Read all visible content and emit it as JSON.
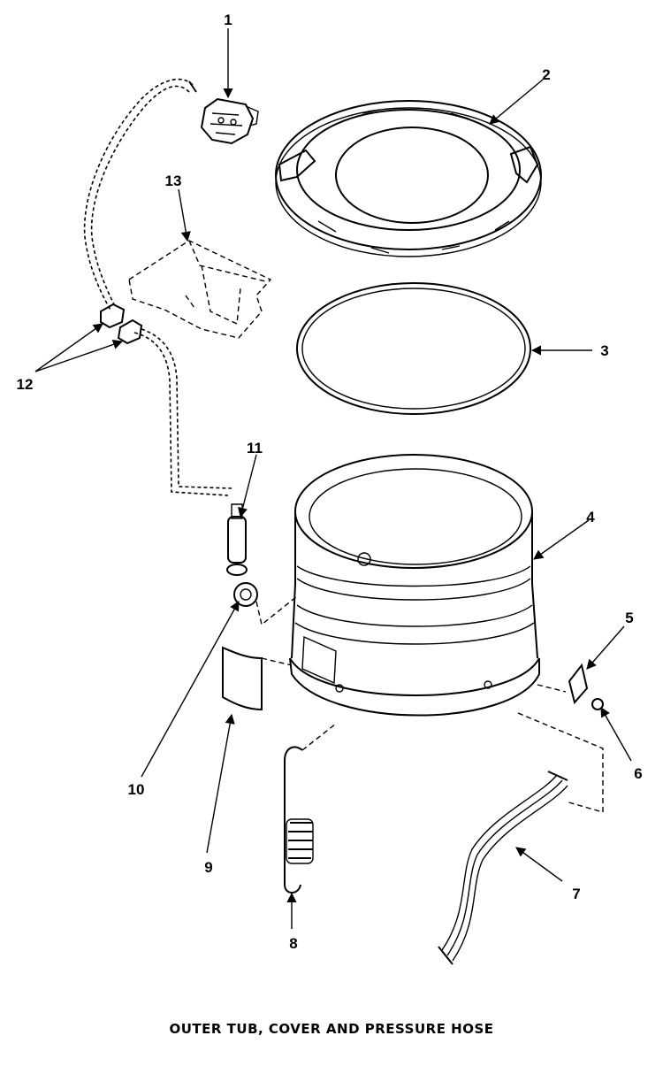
{
  "title": "OUTER TUB, COVER AND PRESSURE HOSE",
  "callouts": {
    "c1": "1",
    "c2": "2",
    "c3": "3",
    "c4": "4",
    "c5": "5",
    "c6": "6",
    "c7": "7",
    "c8": "8",
    "c9": "9",
    "c10": "10",
    "c11": "11",
    "c12": "12",
    "c13": "13"
  }
}
